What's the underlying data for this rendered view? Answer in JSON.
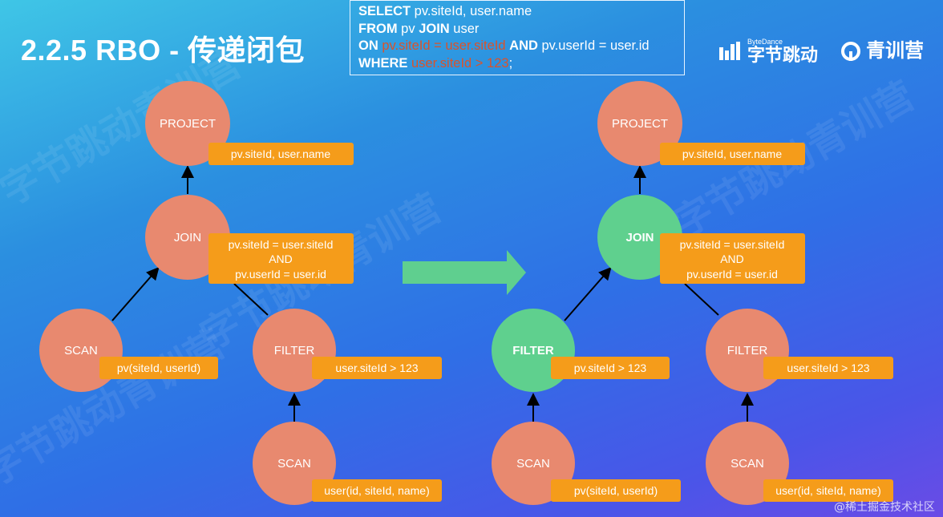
{
  "title": "2.2.5 RBO - 传递闭包",
  "sql": {
    "line1": {
      "k1": "SELECT",
      "t1": " pv.siteId, user.name"
    },
    "line2": {
      "k1": "FROM",
      "t1": " pv ",
      "k2": "JOIN",
      "t2": " user"
    },
    "line3": {
      "k1": "ON",
      "h1": " pv.siteId = user.siteId ",
      "k2": "AND",
      "t1": " pv.userId = user.id"
    },
    "line4": {
      "k1": "WHERE",
      "h1": " user.siteId > 123",
      "t1": ";"
    }
  },
  "logos": {
    "bytedance_small": "ByteDance",
    "bytedance": "字节跳动",
    "qingxunying": "青训营"
  },
  "watermark": [
    "字节跳动青训营",
    "字节跳动青训营",
    "字节跳动青训营",
    "字节跳动青训营"
  ],
  "colors": {
    "node_orange": "#e8896f",
    "node_green": "#5fd08e",
    "box_orange": "#f59c1a",
    "arrow_green": "#5fcf8f"
  },
  "left_tree": {
    "project": {
      "label": "PROJECT",
      "box": "pv.siteId, user.name"
    },
    "join": {
      "label": "JOIN",
      "box1": "pv.siteId = user.siteId",
      "box2": "AND",
      "box3": "pv.userId = user.id"
    },
    "scan_pv": {
      "label": "SCAN",
      "box": "pv(siteId, userId)"
    },
    "filter": {
      "label": "FILTER",
      "box": "user.siteId > 123"
    },
    "scan_user": {
      "label": "SCAN",
      "box": "user(id, siteId, name)"
    }
  },
  "right_tree": {
    "project": {
      "label": "PROJECT",
      "box": "pv.siteId, user.name"
    },
    "join": {
      "label": "JOIN",
      "box1": "pv.siteId = user.siteId",
      "box2": "AND",
      "box3": "pv.userId = user.id"
    },
    "filter_pv": {
      "label": "FILTER",
      "box": "pv.siteId > 123"
    },
    "filter_user": {
      "label": "FILTER",
      "box": "user.siteId > 123"
    },
    "scan_pv": {
      "label": "SCAN",
      "box": "pv(siteId, userId)"
    },
    "scan_user": {
      "label": "SCAN",
      "box": "user(id, siteId, name)"
    }
  },
  "footer": "@稀土掘金技术社区"
}
